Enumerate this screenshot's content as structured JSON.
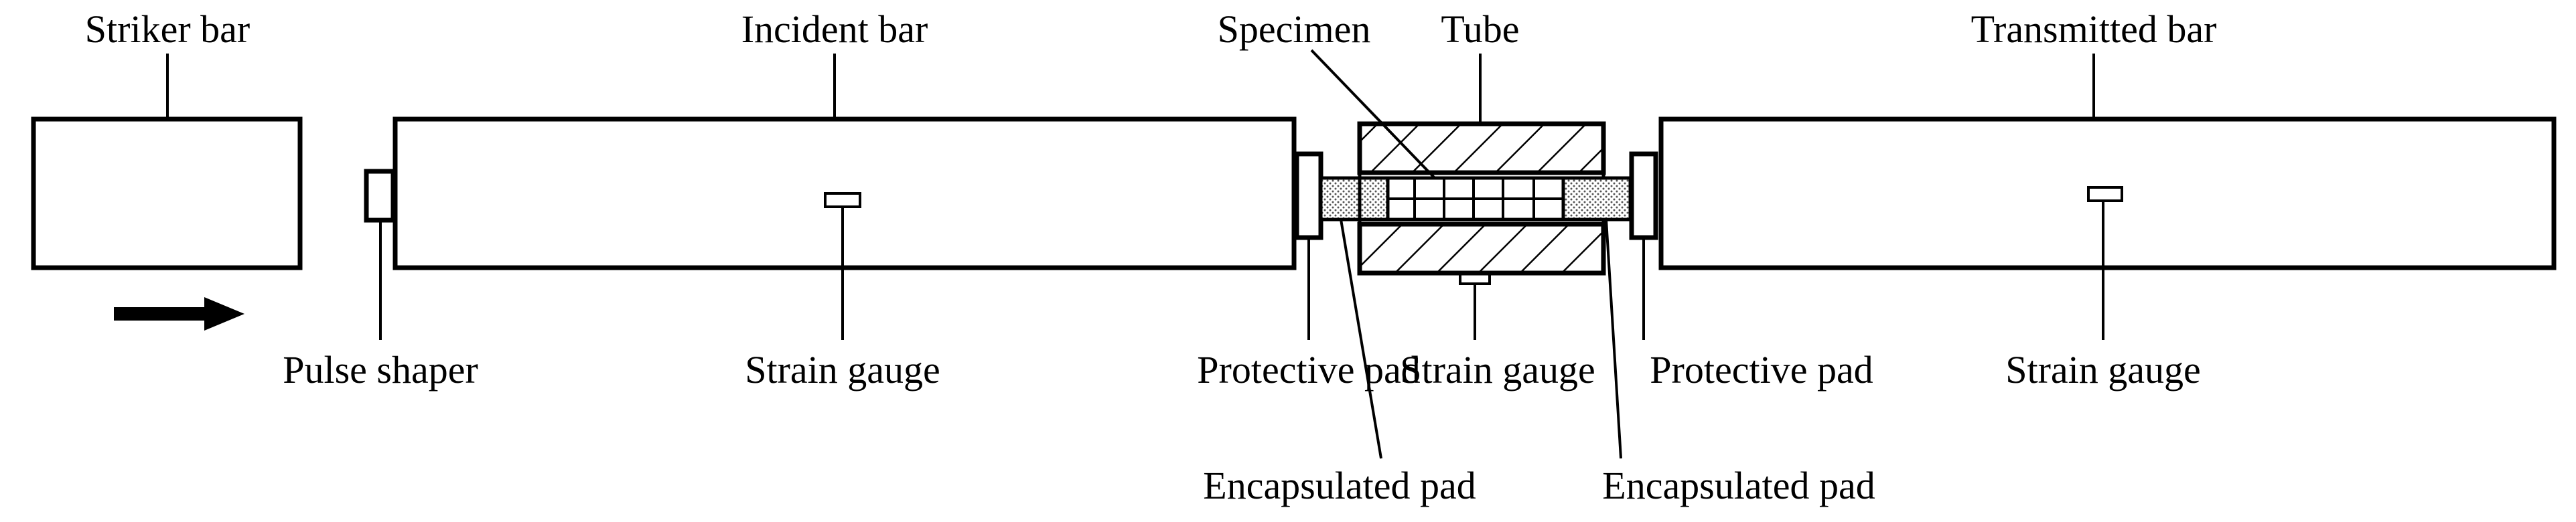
{
  "labels": {
    "striker_bar": "Striker bar",
    "incident_bar": "Incident bar",
    "specimen": "Specimen",
    "tube": "Tube",
    "transmitted_bar": "Transmitted bar",
    "pulse_shaper": "Pulse shaper",
    "strain_gauge_incident": "Strain gauge",
    "protective_pad_left": "Protective pad",
    "strain_gauge_tube": "Strain gauge",
    "protective_pad_right": "Protective pad",
    "strain_gauge_transmitted": "Strain gauge",
    "encapsulated_pad_left": "Encapsulated pad",
    "encapsulated_pad_right": "Encapsulated pad"
  },
  "colors": {
    "line": "#000000",
    "background": "#ffffff",
    "encapsulated_pad_fill": "#d9d9d9"
  },
  "icons": {
    "direction_arrow": "right-arrow"
  }
}
